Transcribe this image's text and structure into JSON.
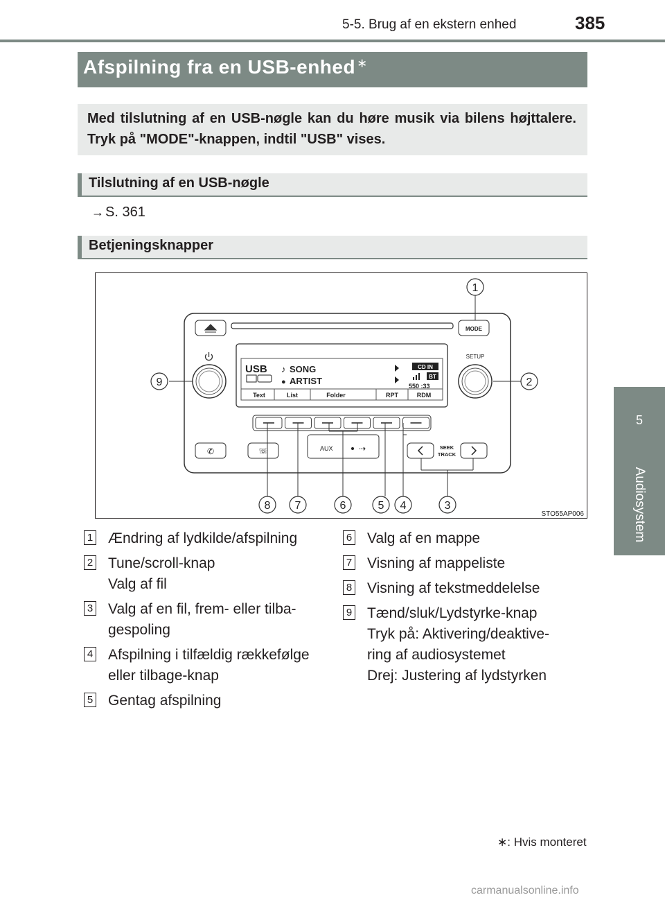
{
  "header": {
    "section": "5-5. Brug af en ekstern enhed",
    "page_number": "385"
  },
  "side_tab": {
    "number": "5",
    "label": "Audiosystem"
  },
  "title": {
    "text": "Afspilning fra en USB-enhed",
    "star": "∗"
  },
  "intro": "Med tilslutning af en USB-nøgle kan du høre musik via bilens højttalere. Tryk på \"MODE\"-knappen, indtil \"USB\" vises.",
  "sections": {
    "connect": {
      "heading": "Tilslutning af en USB-nøgle",
      "reference": "S. 361"
    },
    "controls": {
      "heading": "Betjeningsknapper"
    }
  },
  "figure": {
    "code": "STO55AP006",
    "buttons": {
      "mode": "MODE",
      "setup": "SETUP",
      "aux": "AUX",
      "seek": "SEEK",
      "track": "TRACK"
    },
    "display": {
      "source": "USB",
      "song": "SONG",
      "artist": "ARTIST",
      "cd_in": "CD IN",
      "bt": "BT",
      "time": "550 :33",
      "soft_keys": [
        "Text",
        "List",
        "Folder",
        "RPT",
        "RDM"
      ]
    },
    "callouts": [
      "1",
      "2",
      "3",
      "4",
      "5",
      "6",
      "7",
      "8",
      "9"
    ]
  },
  "legend_left": [
    {
      "num": "1",
      "lines": [
        "Ændring af lydkilde/afspilning"
      ]
    },
    {
      "num": "2",
      "lines": [
        "Tune/scroll-knap",
        "Valg af fil"
      ]
    },
    {
      "num": "3",
      "lines": [
        "Valg af en fil, frem- eller tilba-",
        "gespoling"
      ]
    },
    {
      "num": "4",
      "lines": [
        "Afspilning i tilfældig rækkefølge",
        "eller tilbage-knap"
      ]
    },
    {
      "num": "5",
      "lines": [
        "Gentag afspilning"
      ]
    }
  ],
  "legend_right": [
    {
      "num": "6",
      "lines": [
        "Valg af en mappe"
      ]
    },
    {
      "num": "7",
      "lines": [
        "Visning af mappeliste"
      ]
    },
    {
      "num": "8",
      "lines": [
        "Visning af tekstmeddelelse"
      ]
    },
    {
      "num": "9",
      "lines": [
        "Tænd/sluk/Lydstyrke-knap",
        "Tryk på: Aktivering/deaktive-",
        "ring af audiosystemet",
        "Drej: Justering af lydstyrken"
      ]
    }
  ],
  "footnote": "∗: Hvis monteret",
  "watermark": "carmanualsonline.info"
}
